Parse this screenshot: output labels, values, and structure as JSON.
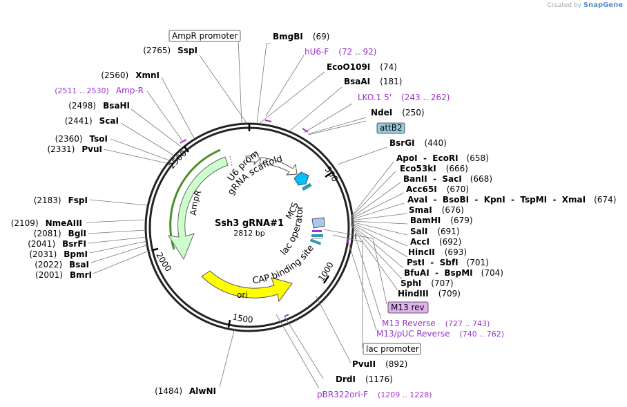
{
  "watermark": {
    "prefix": "Created by",
    "brand": "SnapGene"
  },
  "plasmid": {
    "name": "Ssh3 gRNA#1",
    "size_label": "2812 bp"
  },
  "ticks": [
    "500",
    "1000",
    "1500",
    "2000",
    "2500"
  ],
  "features": {
    "u6": "U6 promoter",
    "grna": "gRNA scaffold",
    "ampr": "AmpR",
    "ori": "ori",
    "cap": "CAP binding site",
    "lacop": "lac operator",
    "mcs": "MCS"
  },
  "boxed": {
    "ampr_promoter": "AmpR promoter",
    "attb2": "attB2",
    "m13rev": "M13 rev",
    "lac_promoter": "lac promoter"
  },
  "right_sites": [
    {
      "name": "BmgBI",
      "pos": "(69)"
    },
    {
      "name": "EcoO109I",
      "pos": "(74)"
    },
    {
      "name": "BsaAI",
      "pos": "(181)"
    },
    {
      "name": "NdeI",
      "pos": "(250)"
    },
    {
      "name": "BsrGI",
      "pos": "(440)"
    },
    {
      "name": "ApoI  -  EcoRI",
      "pos": "(658)"
    },
    {
      "name": "Eco53kI",
      "pos": "(666)"
    },
    {
      "name": "BanII  -  SacI",
      "pos": "(668)"
    },
    {
      "name": "Acc65I",
      "pos": "(670)"
    },
    {
      "name": "AvaI  -  BsoBI  -  KpnI  -  TspMI  -  XmaI",
      "pos": "(674)"
    },
    {
      "name": "SmaI",
      "pos": "(676)"
    },
    {
      "name": "BamHI",
      "pos": "(679)"
    },
    {
      "name": "SalI",
      "pos": "(691)"
    },
    {
      "name": "AccI",
      "pos": "(692)"
    },
    {
      "name": "HincII",
      "pos": "(693)"
    },
    {
      "name": "PstI  -  SbfI",
      "pos": "(701)"
    },
    {
      "name": "BfuAI  -  BspMI",
      "pos": "(704)"
    },
    {
      "name": "SphI",
      "pos": "(707)"
    },
    {
      "name": "HindIII",
      "pos": "(709)"
    },
    {
      "name": "PvuII",
      "pos": "(892)"
    },
    {
      "name": "DrdI",
      "pos": "(1176)"
    }
  ],
  "left_sites": [
    {
      "name": "SspI",
      "pos": "(2765)"
    },
    {
      "name": "XmnI",
      "pos": "(2560)"
    },
    {
      "name": "BsaHI",
      "pos": "(2498)"
    },
    {
      "name": "ScaI",
      "pos": "(2441)"
    },
    {
      "name": "TsoI",
      "pos": "(2360)"
    },
    {
      "name": "PvuI",
      "pos": "(2331)"
    },
    {
      "name": "FspI",
      "pos": "(2183)"
    },
    {
      "name": "NmeAIII",
      "pos": "(2109)"
    },
    {
      "name": "BglI",
      "pos": "(2081)"
    },
    {
      "name": "BsrFI",
      "pos": "(2041)"
    },
    {
      "name": "BpmI",
      "pos": "(2031)"
    },
    {
      "name": "BsaI",
      "pos": "(2022)"
    },
    {
      "name": "BmrI",
      "pos": "(2001)"
    },
    {
      "name": "AlwNI",
      "pos": "(1484)"
    }
  ],
  "primers": [
    {
      "name": "hU6-F",
      "range": "(72 .. 92)"
    },
    {
      "name": "LKO.1 5'",
      "range": "(243 .. 262)"
    },
    {
      "name": "Amp-R",
      "range": "(2511 .. 2530)"
    },
    {
      "name": "M13 Reverse",
      "range": "(727 .. 743)"
    },
    {
      "name": "M13/pUC Reverse",
      "range": "(740 .. 762)"
    },
    {
      "name": "pBR322ori-F",
      "range": "(1209 .. 1228)"
    }
  ],
  "colors": {
    "ampr": "#ccffcc",
    "ori": "#ffff00",
    "u6": "#ffffff",
    "mcs": "#a8c8f0",
    "attb2": "#99ccdd",
    "lacop": "#3399cc",
    "primer": "#9933cc",
    "m13rev_fill": "#e0b3f0"
  }
}
